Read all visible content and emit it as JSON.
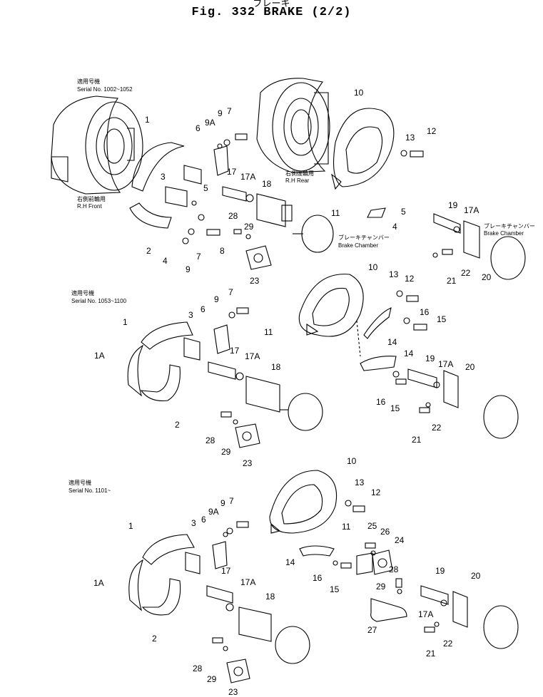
{
  "figure": {
    "title_jp": "ブレーキ",
    "title": "Fig. 332  BRAKE (2/2)"
  },
  "sections": [
    {
      "serial_jp": "適用号機",
      "serial": "Serial No. 1002~1052",
      "captions": [
        {
          "jp": "右側前輪用",
          "en": "R.H Front"
        },
        {
          "jp": "右側後輪用",
          "en": "R.H Rear"
        },
        {
          "jp": "ブレーキチャンバー",
          "en": "Brake Chamber"
        },
        {
          "jp": "ブレーキチャンバー",
          "en": "Brake Chamber"
        }
      ],
      "labels": [
        "1",
        "3",
        "2",
        "4",
        "5",
        "6",
        "9A",
        "9",
        "7",
        "9",
        "7",
        "8",
        "17",
        "17A",
        "18",
        "28",
        "29",
        "23",
        "10",
        "13",
        "12",
        "11",
        "5",
        "4",
        "19",
        "17A",
        "20",
        "22",
        "21"
      ]
    },
    {
      "serial_jp": "適用号機",
      "serial": "Serial No. 1053~1100",
      "labels": [
        "1",
        "1A",
        "2",
        "3",
        "6",
        "9",
        "7",
        "17",
        "17A",
        "18",
        "28",
        "29",
        "23",
        "10",
        "11",
        "13",
        "12",
        "16",
        "15",
        "14",
        "14",
        "19",
        "17A",
        "20",
        "16",
        "15",
        "21",
        "22"
      ]
    },
    {
      "serial_jp": "適用号機",
      "serial": "Serial No. 1101~",
      "labels": [
        "1",
        "1A",
        "2",
        "3",
        "6",
        "9A",
        "9",
        "7",
        "17",
        "17A",
        "18",
        "28",
        "29",
        "23",
        "10",
        "13",
        "12",
        "11",
        "14",
        "16",
        "15",
        "25",
        "26",
        "24",
        "28",
        "29",
        "27",
        "19",
        "20",
        "17A",
        "21",
        "22"
      ]
    }
  ]
}
